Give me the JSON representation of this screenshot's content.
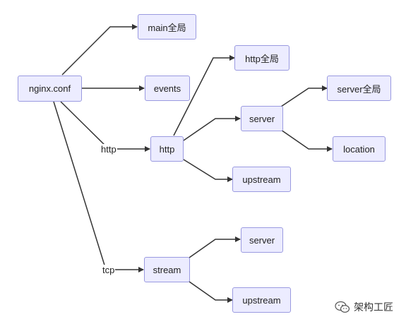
{
  "nodes": {
    "nginx_conf": "nginx.conf",
    "main_global": "main全局",
    "events": "events",
    "http": "http",
    "http_global": "http全局",
    "http_server": "server",
    "server_global": "server全局",
    "location": "location",
    "http_upstream": "upstream",
    "stream": "stream",
    "stream_server": "server",
    "stream_upstream": "upstream"
  },
  "edge_labels": {
    "http": "http",
    "tcp": "tcp"
  },
  "watermark": {
    "text": "架构工匠",
    "icon": "wechat-icon"
  },
  "colors": {
    "node_fill": "#ececff",
    "node_border": "#9a9ae0",
    "edge": "#333333"
  }
}
